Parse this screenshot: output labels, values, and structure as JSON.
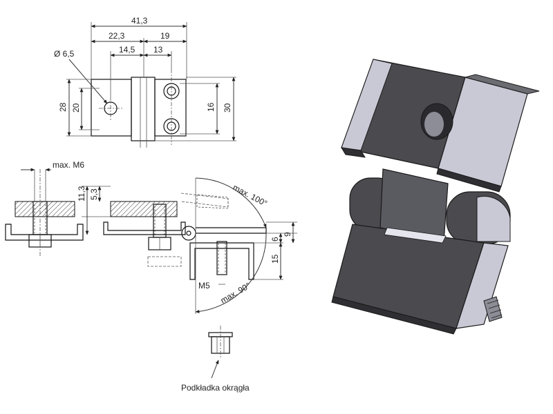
{
  "dimensions": {
    "overall_width": "41,3",
    "width_a": "22,3",
    "width_b": "19",
    "width_c": "14,5",
    "width_d": "13",
    "hole_diameter": "Ø 6,5",
    "height_28": "28",
    "height_20": "20",
    "height_16": "16",
    "height_30": "30",
    "thread_max": "max. M6",
    "side_11_3": "11,3",
    "side_5_3": "5,3",
    "angle_100": "max. 100°",
    "angle_90": "max. 90°",
    "dim_9": "9",
    "dim_6": "6",
    "dim_15": "15",
    "thread_m5": "M5"
  },
  "washer_label": "Podkładka okrągła",
  "colors": {
    "metal_dark": "#4a4a4f",
    "metal_mid": "#6b6b72",
    "metal_light": "#c9c9d6",
    "outline": "#1a1a1a"
  }
}
